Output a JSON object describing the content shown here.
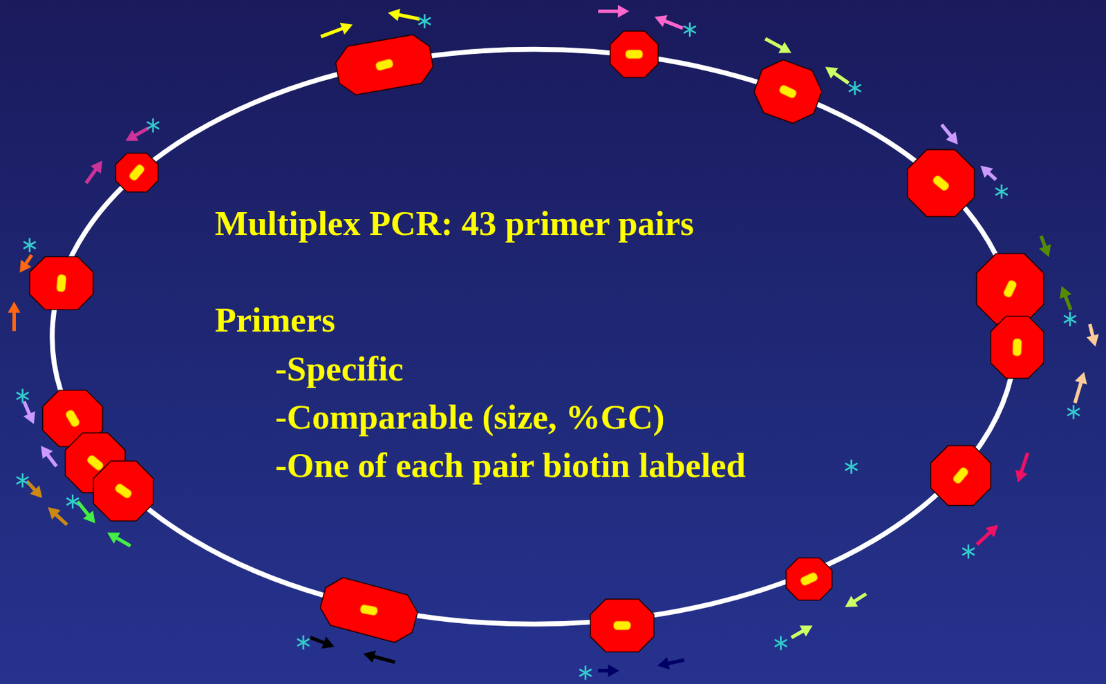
{
  "diagram": {
    "title": "Multiplex PCR: 43 primer pairs",
    "labels": [
      "Primers",
      "-Specific",
      "-Comparable (size, %GC)",
      "-One of each pair biotin labeled"
    ]
  }
}
